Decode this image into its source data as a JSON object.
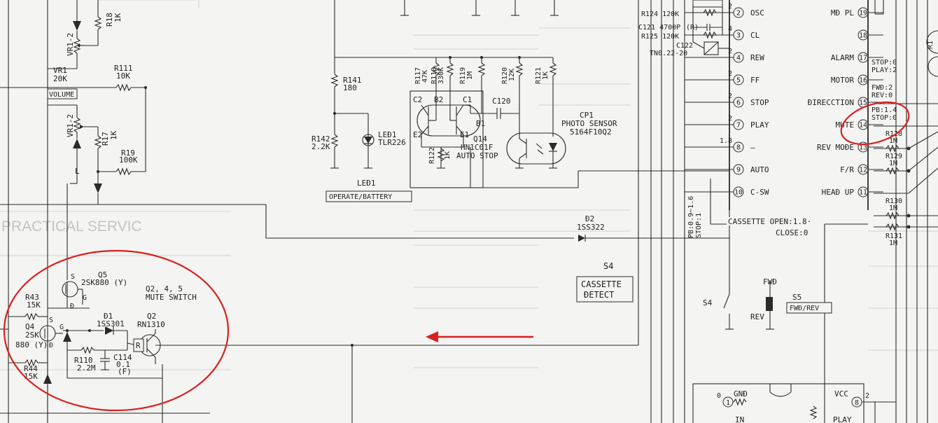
{
  "colors": {
    "ink": "#1e1e1e",
    "annotation": "#d9201f",
    "ghost": "#c6c6c6",
    "paper": "#f4f4f2"
  },
  "ghost_text": {
    "practical_service": "PRACTICAL SERVIC"
  },
  "left": {
    "r18": "R18",
    "r18_val": "1K",
    "vr1_2_top": "VR1-2",
    "vr1_2_bot": "VR1-2",
    "vr1": "VR1",
    "vr1_val": "20K",
    "volume": "VOLUME",
    "r111": "R111",
    "r111_val": "10K",
    "r17": "R17",
    "r17_val": "1K",
    "r19": "R19",
    "r19_val": "100K",
    "l": "L",
    "q5": "Q5",
    "q5_part": "2SK880 (Y)",
    "mute_a": "Q2, 4, 5",
    "mute_b": "MUTE SWITCH",
    "r43": "R43",
    "r43_val": "15K",
    "q4": "Q4",
    "q4_a": "2SK",
    "q4_b": "880 (Y)",
    "s_top": "S",
    "s_bot": "S",
    "g_top": "G",
    "g_bot": "G",
    "d_top": "Ð",
    "d_bot": "Ð",
    "d1": "Ð1",
    "d1_part": "1SS301",
    "q2": "Q2",
    "q2_part": "RN1310",
    "r_sym": "R",
    "r110": "R110",
    "r110_val": "2.2M",
    "c114": "C114",
    "c114_val": "0.1",
    "c114_type": "(F)",
    "r44": "R44",
    "r44_val": "15K"
  },
  "middle": {
    "r141": "R141",
    "r141_val": "180",
    "r142": "R142",
    "r142_val": "2.2K",
    "led1_pin": "LEÐ1",
    "led1_part": "TLR226",
    "led1": "LEÐ1",
    "operate_battery": "OPERATE/BATTERY",
    "r117": "R117",
    "r117_val": "47K",
    "r118": "R118",
    "r118_val": "330K",
    "r119": "R119",
    "r119_val": "1M",
    "r120": "R120",
    "r120_val": "12K",
    "r121": "R121",
    "r121_val": "1K",
    "c2": "C2",
    "b2": "B2",
    "c1": "C1",
    "e2": "E2",
    "e1": "E1",
    "b1": "B1",
    "c120": "C120",
    "r122": "R122",
    "r122_val": "1K",
    "q14": "Q14",
    "q14_part": "HN1C01F",
    "q14_desc": "AUTO STOP",
    "cp1": "CP1",
    "cp1_desc": "PHOTO SENSOR",
    "cp1_part": "5164F10Q2",
    "d2": "Ð2",
    "d2_part": "1SS322",
    "s4": "S4",
    "cassette": "CASSETTE",
    "detect": "ÐETECT",
    "volt_a": "PB:0.9~1.6",
    "volt_b": "STOP:1"
  },
  "right": {
    "r124": "R124 120K",
    "c121": "C121 4700P",
    "c121_type": "(R)",
    "r125": "R125 120K",
    "c122": "C122",
    "tn0": "TN0.22-20",
    "pins_left": [
      {
        "n": "2",
        "name": "OSC"
      },
      {
        "n": "3",
        "name": "CL"
      },
      {
        "n": "4",
        "name": "REW"
      },
      {
        "n": "5",
        "name": "FF"
      },
      {
        "n": "6",
        "name": "STOP"
      },
      {
        "n": "7",
        "name": "PLAY"
      },
      {
        "n": "8",
        "name": "—"
      },
      {
        "n": "9",
        "name": "AUTO"
      },
      {
        "n": "10",
        "name": "C-SW"
      }
    ],
    "pin_voltages": {
      "p2": "2",
      "p4": "4",
      "p4b": "2",
      "p5": "2",
      "p6": "2",
      "p7": "2",
      "p8": "1.8"
    },
    "pins_right": [
      {
        "n": "19",
        "name": "MÐ PL"
      },
      {
        "n": "18",
        "name": ""
      },
      {
        "n": "17",
        "name": "ALARM"
      },
      {
        "n": "16",
        "name": "MOTOR"
      },
      {
        "n": "15",
        "name": "ÐIRECCTION"
      },
      {
        "n": "14",
        "name": "MUTE"
      },
      {
        "n": "13",
        "name": "REV MOÐE"
      },
      {
        "n": "12",
        "name": "F/R"
      },
      {
        "n": "11",
        "name": "HEAÐ UP"
      }
    ],
    "notes": {
      "stop_play_a": "STOP:0",
      "stop_play_b": "PLAY:2",
      "fwd_rev_a": "FWÐ:2",
      "fwd_rev_b": "REV:0",
      "pb_stop_a": "PB:1.4",
      "pb_stop_b": "STOP:0"
    },
    "r128": "R128",
    "r128_val": "1M",
    "r129": "R129",
    "r129_val": "1M",
    "r130": "R130",
    "r130_val": "1M",
    "r131": "R131",
    "r131_val": "1M",
    "cassette_open": "CASSETTE OPEN:1.8·",
    "close": "CLOSE:0",
    "s4_switch": "S4",
    "fwd": "FWÐ",
    "rev": "REV",
    "s5": "S5",
    "s5_desc": "FWÐ/REV",
    "gnd": "GNÐ",
    "vcc": "VCC",
    "gnd_pin": "1",
    "vcc_pin": "8",
    "gnd_v": "0",
    "vcc_v": "2",
    "in": "IN",
    "play": "PLAY",
    "r_cut": "R1"
  }
}
